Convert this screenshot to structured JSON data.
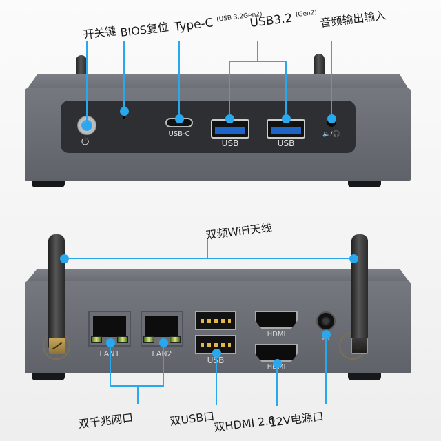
{
  "top_device": {
    "labels": {
      "power": "开关键",
      "bios": "BIOS复位",
      "typec_main": "Type-C",
      "typec_sub": "(USB 3.2Gen2)",
      "usb32_main": "USB3.2",
      "usb32_sub": "(Gen2)",
      "audio": "音频输出输入"
    },
    "ports": {
      "usbc": "USB-C",
      "usb1": "USB",
      "usb2": "USB",
      "audio_icon": "speaker/headset",
      "power_icon": "⏻"
    }
  },
  "bottom_device": {
    "labels": {
      "wifi": "双频WiFi天线",
      "lan": "双千兆网口",
      "usb": "双USB口",
      "hdmi": "双HDMI 2.0",
      "power": "12V电源口"
    },
    "ports": {
      "lan1": "LAN1",
      "lan2": "LAN2",
      "usb": "USB",
      "hdmi1": "HDMI",
      "hdmi2": "HDMI",
      "dc_symbol": "⎓"
    }
  },
  "colors": {
    "accent": "#29a8ee",
    "chassis": "#6c6e76",
    "panel": "#2e2f33",
    "usb_blue": "#1e63c6"
  }
}
